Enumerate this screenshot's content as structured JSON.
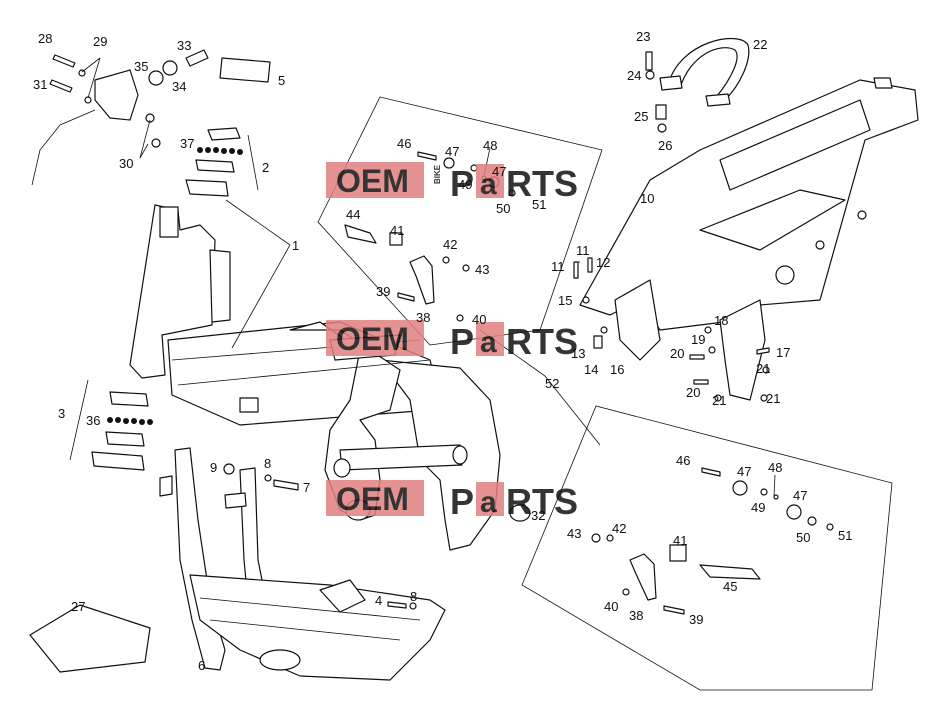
{
  "watermark": {
    "oem": "OEM",
    "bike": "BIKE",
    "parts_a": "P",
    "parts_b": "a",
    "parts_c": "RTS"
  },
  "callouts": [
    {
      "id": "c1",
      "text": "1"
    },
    {
      "id": "c2",
      "text": "2"
    },
    {
      "id": "c3",
      "text": "3"
    },
    {
      "id": "c4",
      "text": "4"
    },
    {
      "id": "c5",
      "text": "5"
    },
    {
      "id": "c6",
      "text": "6"
    },
    {
      "id": "c7",
      "text": "7"
    },
    {
      "id": "c8a",
      "text": "8"
    },
    {
      "id": "c8b",
      "text": "8"
    },
    {
      "id": "c9",
      "text": "9"
    },
    {
      "id": "c10",
      "text": "10"
    },
    {
      "id": "c11a",
      "text": "11"
    },
    {
      "id": "c11b",
      "text": "11"
    },
    {
      "id": "c12",
      "text": "12"
    },
    {
      "id": "c13",
      "text": "13"
    },
    {
      "id": "c14",
      "text": "14"
    },
    {
      "id": "c15",
      "text": "15"
    },
    {
      "id": "c16",
      "text": "16"
    },
    {
      "id": "c17",
      "text": "17"
    },
    {
      "id": "c18",
      "text": "18"
    },
    {
      "id": "c19",
      "text": "19"
    },
    {
      "id": "c20a",
      "text": "20"
    },
    {
      "id": "c20b",
      "text": "20"
    },
    {
      "id": "c21a",
      "text": "21"
    },
    {
      "id": "c21b",
      "text": "21"
    },
    {
      "id": "c21c",
      "text": "21"
    },
    {
      "id": "c22",
      "text": "22"
    },
    {
      "id": "c23",
      "text": "23"
    },
    {
      "id": "c24",
      "text": "24"
    },
    {
      "id": "c25",
      "text": "25"
    },
    {
      "id": "c26",
      "text": "26"
    },
    {
      "id": "c27",
      "text": "27"
    },
    {
      "id": "c28",
      "text": "28"
    },
    {
      "id": "c29",
      "text": "29"
    },
    {
      "id": "c30",
      "text": "30"
    },
    {
      "id": "c31",
      "text": "31"
    },
    {
      "id": "c32",
      "text": "32"
    },
    {
      "id": "c33",
      "text": "33"
    },
    {
      "id": "c34",
      "text": "34"
    },
    {
      "id": "c35",
      "text": "35"
    },
    {
      "id": "c36",
      "text": "36"
    },
    {
      "id": "c37",
      "text": "37"
    },
    {
      "id": "c38a",
      "text": "38"
    },
    {
      "id": "c38b",
      "text": "38"
    },
    {
      "id": "c39a",
      "text": "39"
    },
    {
      "id": "c39b",
      "text": "39"
    },
    {
      "id": "c40a",
      "text": "40"
    },
    {
      "id": "c40b",
      "text": "40"
    },
    {
      "id": "c41a",
      "text": "41"
    },
    {
      "id": "c41b",
      "text": "41"
    },
    {
      "id": "c42a",
      "text": "42"
    },
    {
      "id": "c42b",
      "text": "42"
    },
    {
      "id": "c43a",
      "text": "43"
    },
    {
      "id": "c43b",
      "text": "43"
    },
    {
      "id": "c44",
      "text": "44"
    },
    {
      "id": "c45",
      "text": "45"
    },
    {
      "id": "c46a",
      "text": "46"
    },
    {
      "id": "c46b",
      "text": "46"
    },
    {
      "id": "c47a",
      "text": "47"
    },
    {
      "id": "c47b",
      "text": "47"
    },
    {
      "id": "c47c",
      "text": "47"
    },
    {
      "id": "c47d",
      "text": "47"
    },
    {
      "id": "c48a",
      "text": "48"
    },
    {
      "id": "c48b",
      "text": "48"
    },
    {
      "id": "c49a",
      "text": "49"
    },
    {
      "id": "c49b",
      "text": "49"
    },
    {
      "id": "c50a",
      "text": "50"
    },
    {
      "id": "c50b",
      "text": "50"
    },
    {
      "id": "c51a",
      "text": "51"
    },
    {
      "id": "c51b",
      "text": "51"
    },
    {
      "id": "c52",
      "text": "52"
    }
  ],
  "colors": {
    "line": "#111111",
    "watermark": "#e07f7f",
    "watermark_text": "#b9b9b9"
  }
}
